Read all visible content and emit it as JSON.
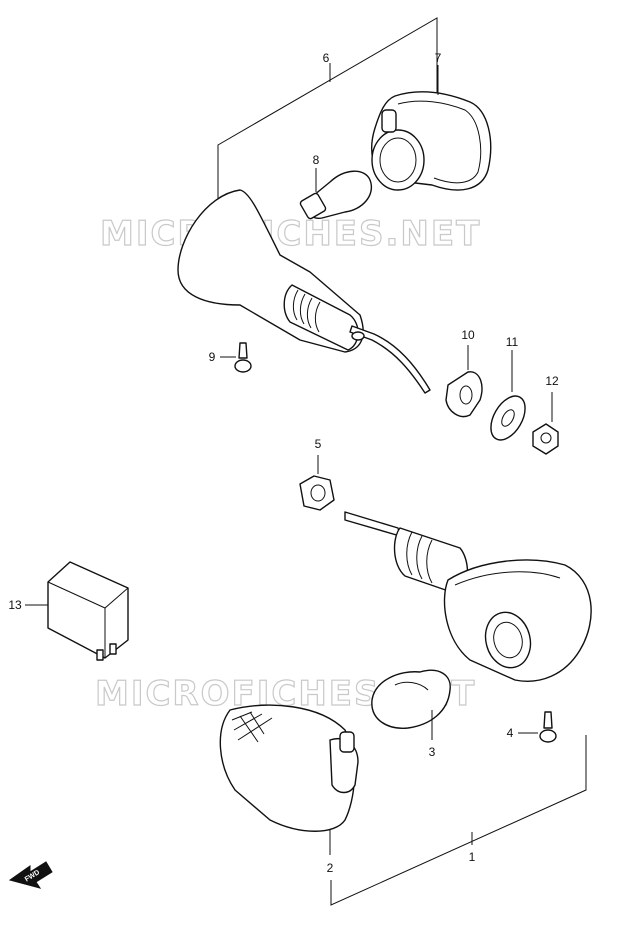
{
  "watermark": "MICROFICHES.NET",
  "fwd_label": "FWD",
  "callouts": {
    "c1": "1",
    "c2": "2",
    "c3": "3",
    "c4": "4",
    "c5": "5",
    "c6": "6",
    "c7": "7",
    "c8": "8",
    "c9": "9",
    "c10": "10",
    "c11": "11",
    "c12": "12",
    "c13": "13"
  }
}
